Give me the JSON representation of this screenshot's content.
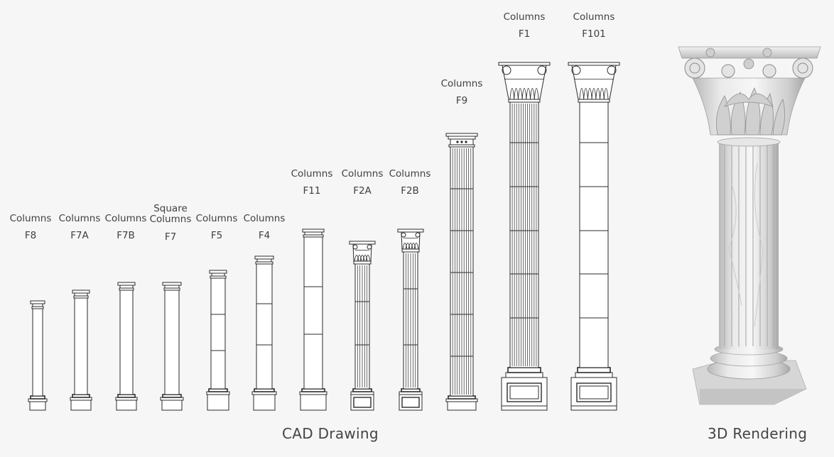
{
  "captions": {
    "cad": "CAD Drawing",
    "rendering": "3D Rendering"
  },
  "columns": [
    {
      "line1": "Columns",
      "line2": "F8"
    },
    {
      "line1": "Columns",
      "line2": "F7A"
    },
    {
      "line1": "Columns",
      "line2": "F7B"
    },
    {
      "line0": "Square",
      "line1": "Columns",
      "line2": "F7"
    },
    {
      "line1": "Columns",
      "line2": "F5"
    },
    {
      "line1": "Columns",
      "line2": "F4"
    },
    {
      "line1": "Columns",
      "line2": "F11"
    },
    {
      "line1": "Columns",
      "line2": "F2A"
    },
    {
      "line1": "Columns",
      "line2": "F2B"
    },
    {
      "line1": "Columns",
      "line2": "F9"
    },
    {
      "line1": "Columns",
      "line2": "F1"
    },
    {
      "line1": "Columns",
      "line2": "F101"
    }
  ],
  "colors": {
    "background": "#f6f6f6",
    "line": "#2b2b2b",
    "marble": "#dcdcdc"
  }
}
